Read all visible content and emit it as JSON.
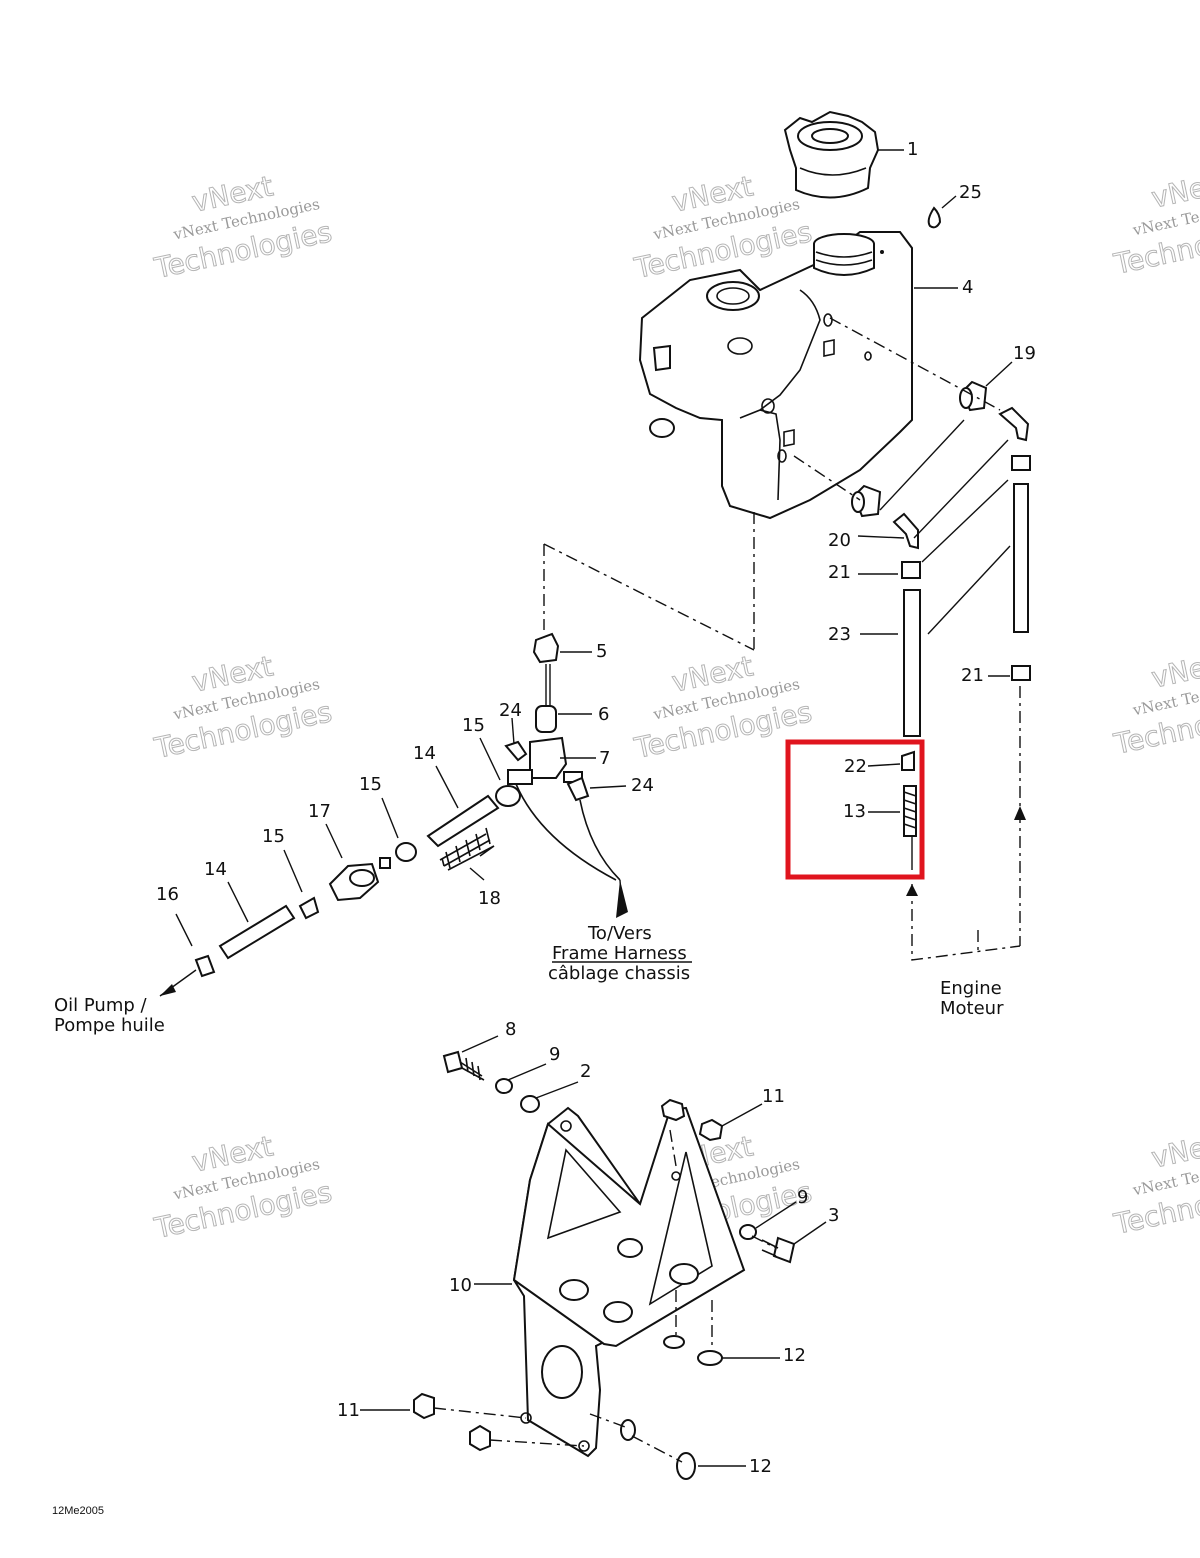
{
  "labels": {
    "p1": "1",
    "p25": "25",
    "p4": "4",
    "p19": "19",
    "p20": "20",
    "p21a": "21",
    "p23": "23",
    "p21b": "21",
    "p22": "22",
    "p13": "13",
    "p5": "5",
    "p6": "6",
    "p7": "7",
    "p24a": "24",
    "p24b": "24",
    "p15a": "15",
    "p14a": "14",
    "p15b": "15",
    "p17": "17",
    "p15c": "15",
    "p14b": "14",
    "p16": "16",
    "p18": "18",
    "p8": "8",
    "p9a": "9",
    "p2": "2",
    "p11a": "11",
    "p9b": "9",
    "p3": "3",
    "p10": "10",
    "p12a": "12",
    "p11b": "11",
    "p12b": "12"
  },
  "notes": {
    "to_vers": "To/Vers",
    "frame_harness": "Frame Harness",
    "cablage_chassis": "câblage chassis",
    "engine": "Engine",
    "moteur": "Moteur",
    "oil_pump": "Oil Pump /",
    "pompe_huile": "Pompe huile"
  },
  "watermark": {
    "line1": "vNext Technologies",
    "line2": "Technologies",
    "line3": "vNext"
  },
  "diagram_code": "12Me2005",
  "highlight_color": "#e0141e"
}
